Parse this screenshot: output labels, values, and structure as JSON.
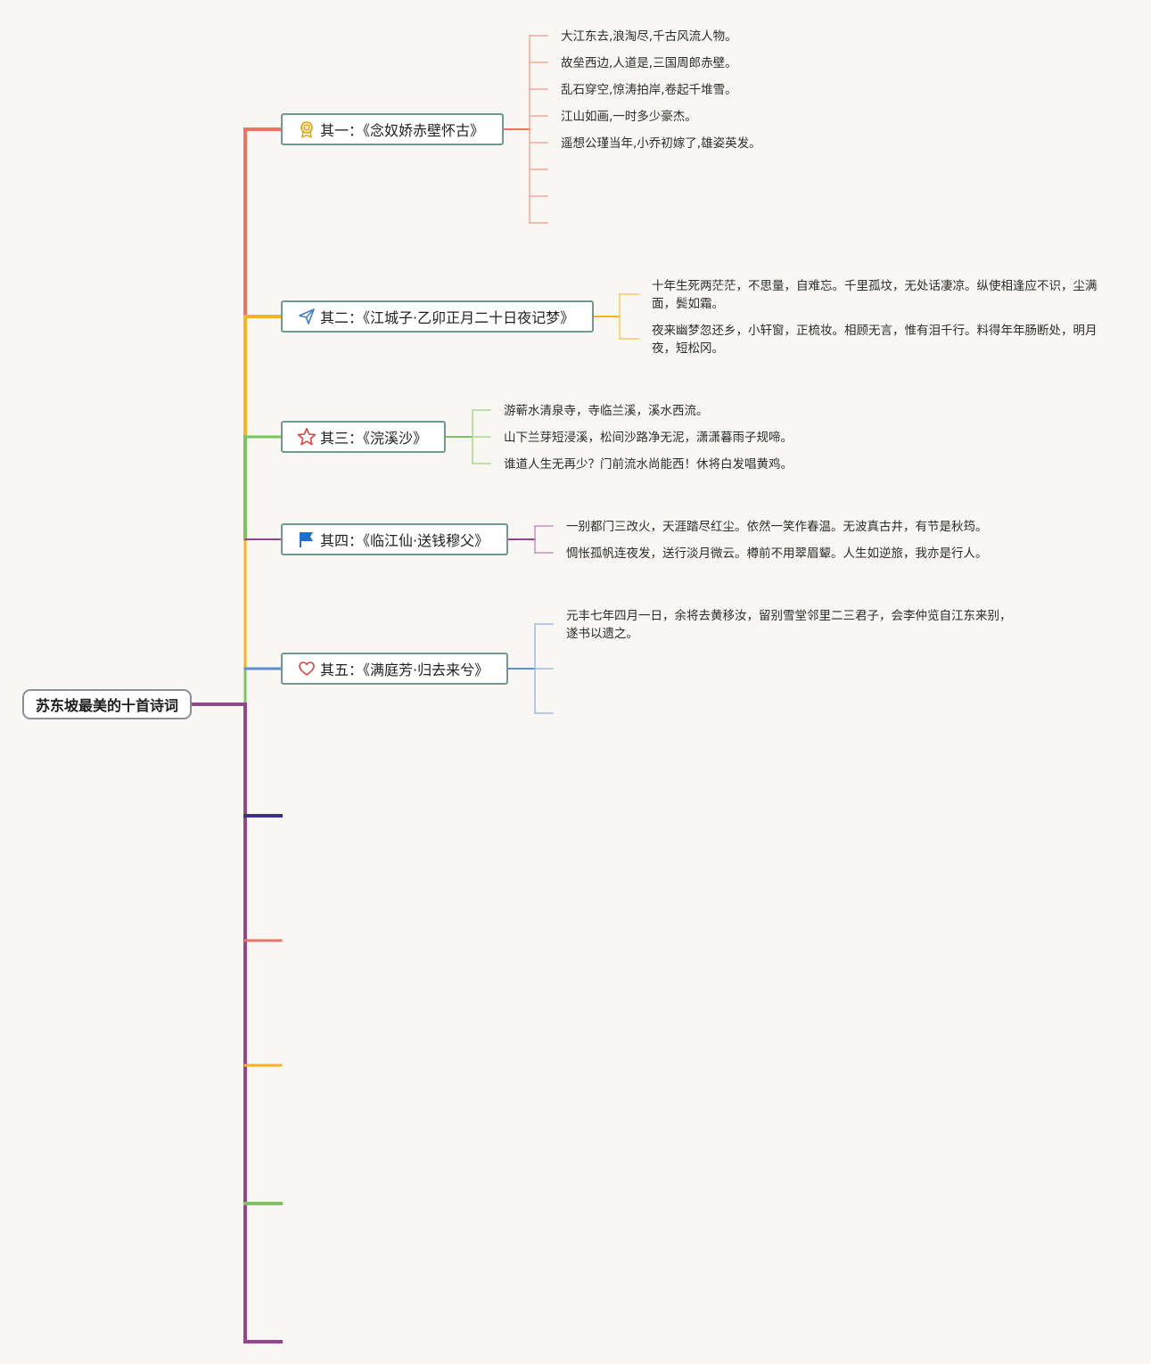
{
  "root": {
    "title": "苏东坡最美的十首诗词"
  },
  "colors": {
    "red": "#f47060",
    "orange": "#fbb21e",
    "green": "#7ec45c",
    "purple": "#93468d",
    "blue": "#5b8fd6",
    "indigo": "#3e2f8e",
    "node_border": "#6e9a92"
  },
  "topics": [
    {
      "label": "其一：《念奴娇赤壁怀古》",
      "icon": "award-medal-icon",
      "lines": [
        "大江东去,浪淘尽,千古风流人物。",
        "故垒西边,人道是,三国周郎赤壁。",
        "乱石穿空,惊涛拍岸,卷起千堆雪。",
        "江山如画,一时多少豪杰。",
        "遥想公瑾当年,小乔初嫁了,雄姿英发。"
      ]
    },
    {
      "label": "其二：《江城子·乙卯正月二十日夜记梦》",
      "icon": "paper-plane-icon",
      "lines": [
        "十年生死两茫茫，不思量，自难忘。千里孤坟，无处话凄凉。纵使相逢应不识，尘满面，鬓如霜。",
        "夜来幽梦忽还乡，小轩窗，正梳妆。相顾无言，惟有泪千行。料得年年肠断处，明月夜，短松冈。"
      ]
    },
    {
      "label": "其三：《浣溪沙》",
      "icon": "star-icon",
      "lines": [
        "游蕲水清泉寺，寺临兰溪，溪水西流。",
        "山下兰芽短浸溪，松间沙路净无泥，潇潇暮雨子规啼。",
        "谁道人生无再少？门前流水尚能西！休将白发唱黄鸡。"
      ]
    },
    {
      "label": "其四：《临江仙·送钱穆父》",
      "icon": "flag-icon",
      "lines": [
        "一别都门三改火，天涯踏尽红尘。依然一笑作春温。无波真古井，有节是秋筠。",
        "惆怅孤帆连夜发，送行淡月微云。樽前不用翠眉颦。人生如逆旅，我亦是行人。"
      ]
    },
    {
      "label": "其五：《满庭芳·归去来兮》",
      "icon": "heart-icon",
      "lines": [
        "元丰七年四月一日，余将去黄移汝，留别雪堂邻里二三君子，会李仲览自江东来别，遂书以遗之。"
      ]
    }
  ]
}
